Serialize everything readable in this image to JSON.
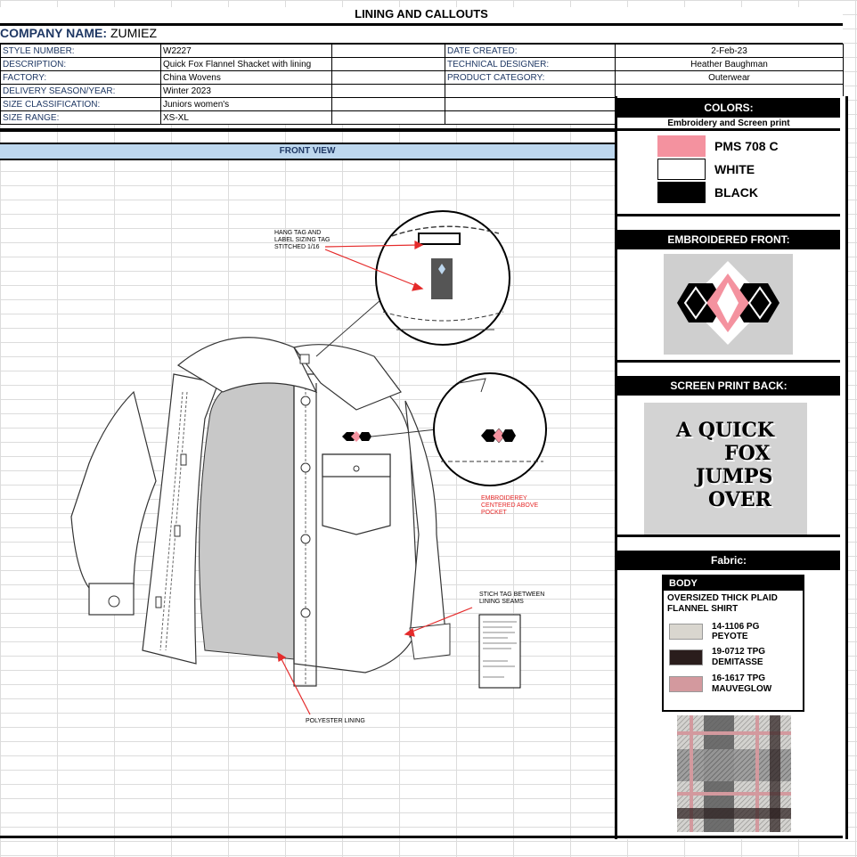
{
  "title": "LINING AND CALLOUTS",
  "company": {
    "label": "COMPANY NAME:",
    "value": "ZUMIEZ"
  },
  "info_rows": [
    {
      "label": "STYLE NUMBER:",
      "value": "W2227",
      "label2": "DATE CREATED:",
      "value2": "2-Feb-23"
    },
    {
      "label": "DESCRIPTION:",
      "value": "Quick Fox Flannel Shacket with lining",
      "label2": "TECHNICAL DESIGNER:",
      "value2": "Heather Baughman"
    },
    {
      "label": "FACTORY:",
      "value": "China Wovens",
      "label2": "PRODUCT CATEGORY:",
      "value2": "Outerwear"
    },
    {
      "label": "DELIVERY SEASON/YEAR:",
      "value": "Winter 2023",
      "label2": "",
      "value2": ""
    },
    {
      "label": "SIZE CLASSIFICATION:",
      "value": "Juniors women's",
      "label2": "",
      "value2": ""
    },
    {
      "label": "SIZE RANGE:",
      "value": "XS-XL",
      "label2": "",
      "value2": ""
    }
  ],
  "front_view_label": "FRONT VIEW",
  "colors": {
    "heading": "COLORS:",
    "subheading": "Embroidery and Screen print",
    "swatches": [
      {
        "name": "PMS 708 C",
        "hex": "#f4929f"
      },
      {
        "name": "WHITE",
        "hex": "#ffffff"
      },
      {
        "name": "BLACK",
        "hex": "#000000"
      }
    ]
  },
  "embroidered_front": {
    "heading": "EMBROIDERED FRONT:"
  },
  "screen_print_back": {
    "heading": "SCREEN PRINT BACK:",
    "lines": [
      "A QUICK",
      "FOX",
      "JUMPS",
      "OVER"
    ]
  },
  "fabric": {
    "heading": "Fabric:",
    "section": "BODY",
    "description": "OVERSIZED THICK PLAID FLANNEL SHIRT",
    "swatches": [
      {
        "code": "14-1106 PG PEYOTE",
        "hex": "#d9d6cf"
      },
      {
        "code": "19-0712 TPG DEMITASSE",
        "hex": "#2a1d1c"
      },
      {
        "code": "16-1617 TPG MAUVEGLOW",
        "hex": "#d3999e"
      }
    ]
  },
  "callouts": {
    "hang_tag": "HANG TAG AND LABEL SIZING TAG STITCHED 1/16",
    "embroidery": "EMBROIDEREY CENTERED ABOVE POCKET",
    "stitch_tag": "STICH TAG BETWEEN LINING SEAMS",
    "lining": "POLYESTER LINING"
  },
  "accent_colors": {
    "pink": "#f4929f",
    "callout_red": "#e52b2b",
    "header_blue": "#1f3864",
    "front_bar": "#bdd7ee"
  }
}
